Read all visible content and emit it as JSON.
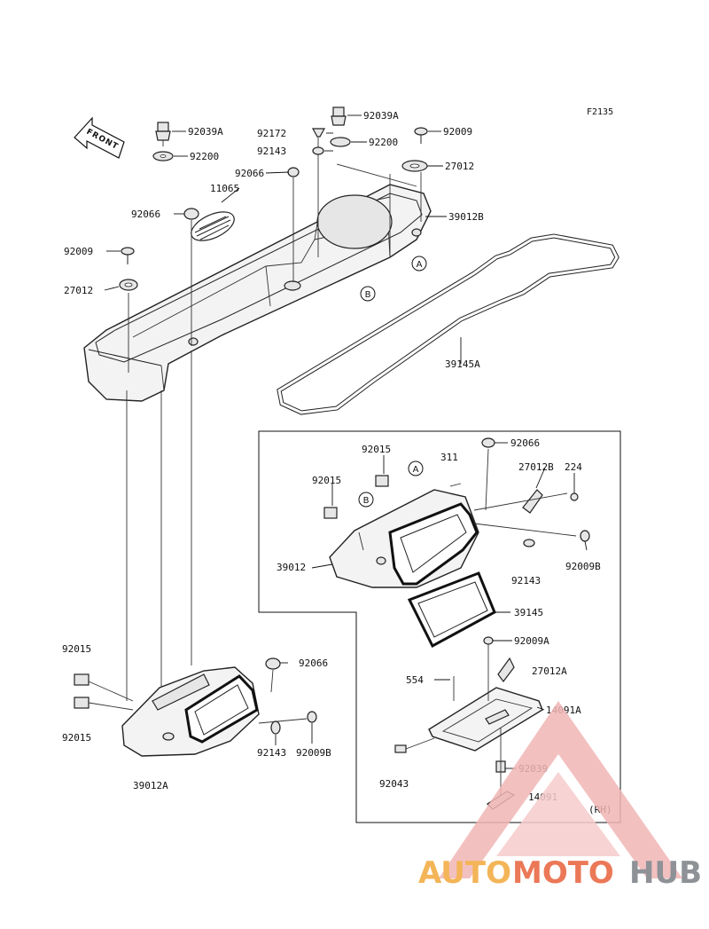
{
  "figure_code": "F2135",
  "front_label": "FRONT",
  "labels": {
    "l_92039A_1": "92039A",
    "l_92200_1": "92200",
    "l_92172": "92172",
    "l_92143_1": "92143",
    "l_92039A_2": "92039A",
    "l_92200_2": "92200",
    "l_92009_1": "92009",
    "l_27012_1": "27012",
    "l_92066_1": "92066",
    "l_11065": "11065",
    "l_92066_2": "92066",
    "l_39012B": "39012B",
    "l_92009_2": "92009",
    "l_27012_2": "27012",
    "l_39145A": "39145A",
    "l_92015_1": "92015",
    "l_92066_3": "92066",
    "l_311": "311",
    "l_92015_2": "92015",
    "l_27012B": "27012B",
    "l_224": "224",
    "l_39012": "39012",
    "l_92009B_1": "92009B",
    "l_92143_2": "92143",
    "l_39145": "39145",
    "l_92009A": "92009A",
    "l_554": "554",
    "l_27012A": "27012A",
    "l_14091A": "14091A",
    "l_92039": "92039",
    "l_92043": "92043",
    "l_14091": "14091",
    "l_RH": "(RH)",
    "l_92015_3": "92015",
    "l_92066_4": "92066",
    "l_92015_4": "92015",
    "l_92143_3": "92143",
    "l_92009B_2": "92009B",
    "l_39012A": "39012A"
  },
  "callouts": {
    "a_upper": "A",
    "b_upper": "B",
    "a_inset": "A",
    "b_inset": "B"
  },
  "watermark": {
    "part1": "AUTO",
    "part2": "MOTO",
    "part3": "HUB",
    "colors": {
      "auto": "#f2a93b",
      "moto": "#e8613a",
      "hub": "#7b7f86",
      "triangle": "#f2b6b6"
    }
  }
}
